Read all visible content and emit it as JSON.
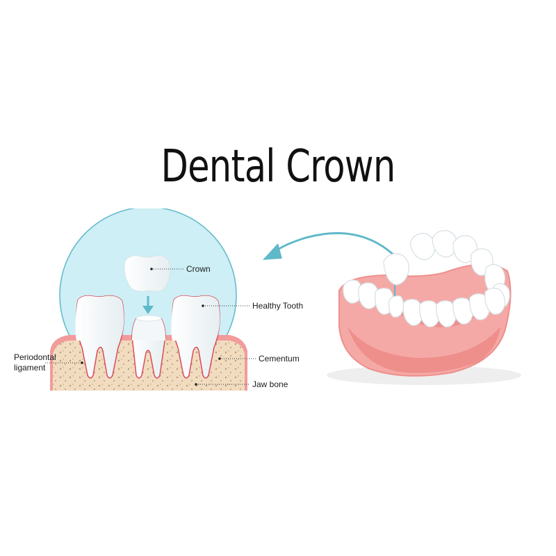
{
  "title": "Dental Crown",
  "labels": {
    "crown": "Crown",
    "healthy_tooth": "Healthy Tooth",
    "cementum": "Cementum",
    "jaw_bone": "Jaw bone",
    "periodontal_line1": "Periodontal",
    "periodontal_line2": "ligament"
  },
  "colors": {
    "circle_fill": "#cdeff5",
    "circle_stroke": "#5fb9c9",
    "bone": "#f1dcc0",
    "gum": "#f29b9b",
    "tooth": "#ffffff",
    "arrow": "#5fb9c9"
  }
}
